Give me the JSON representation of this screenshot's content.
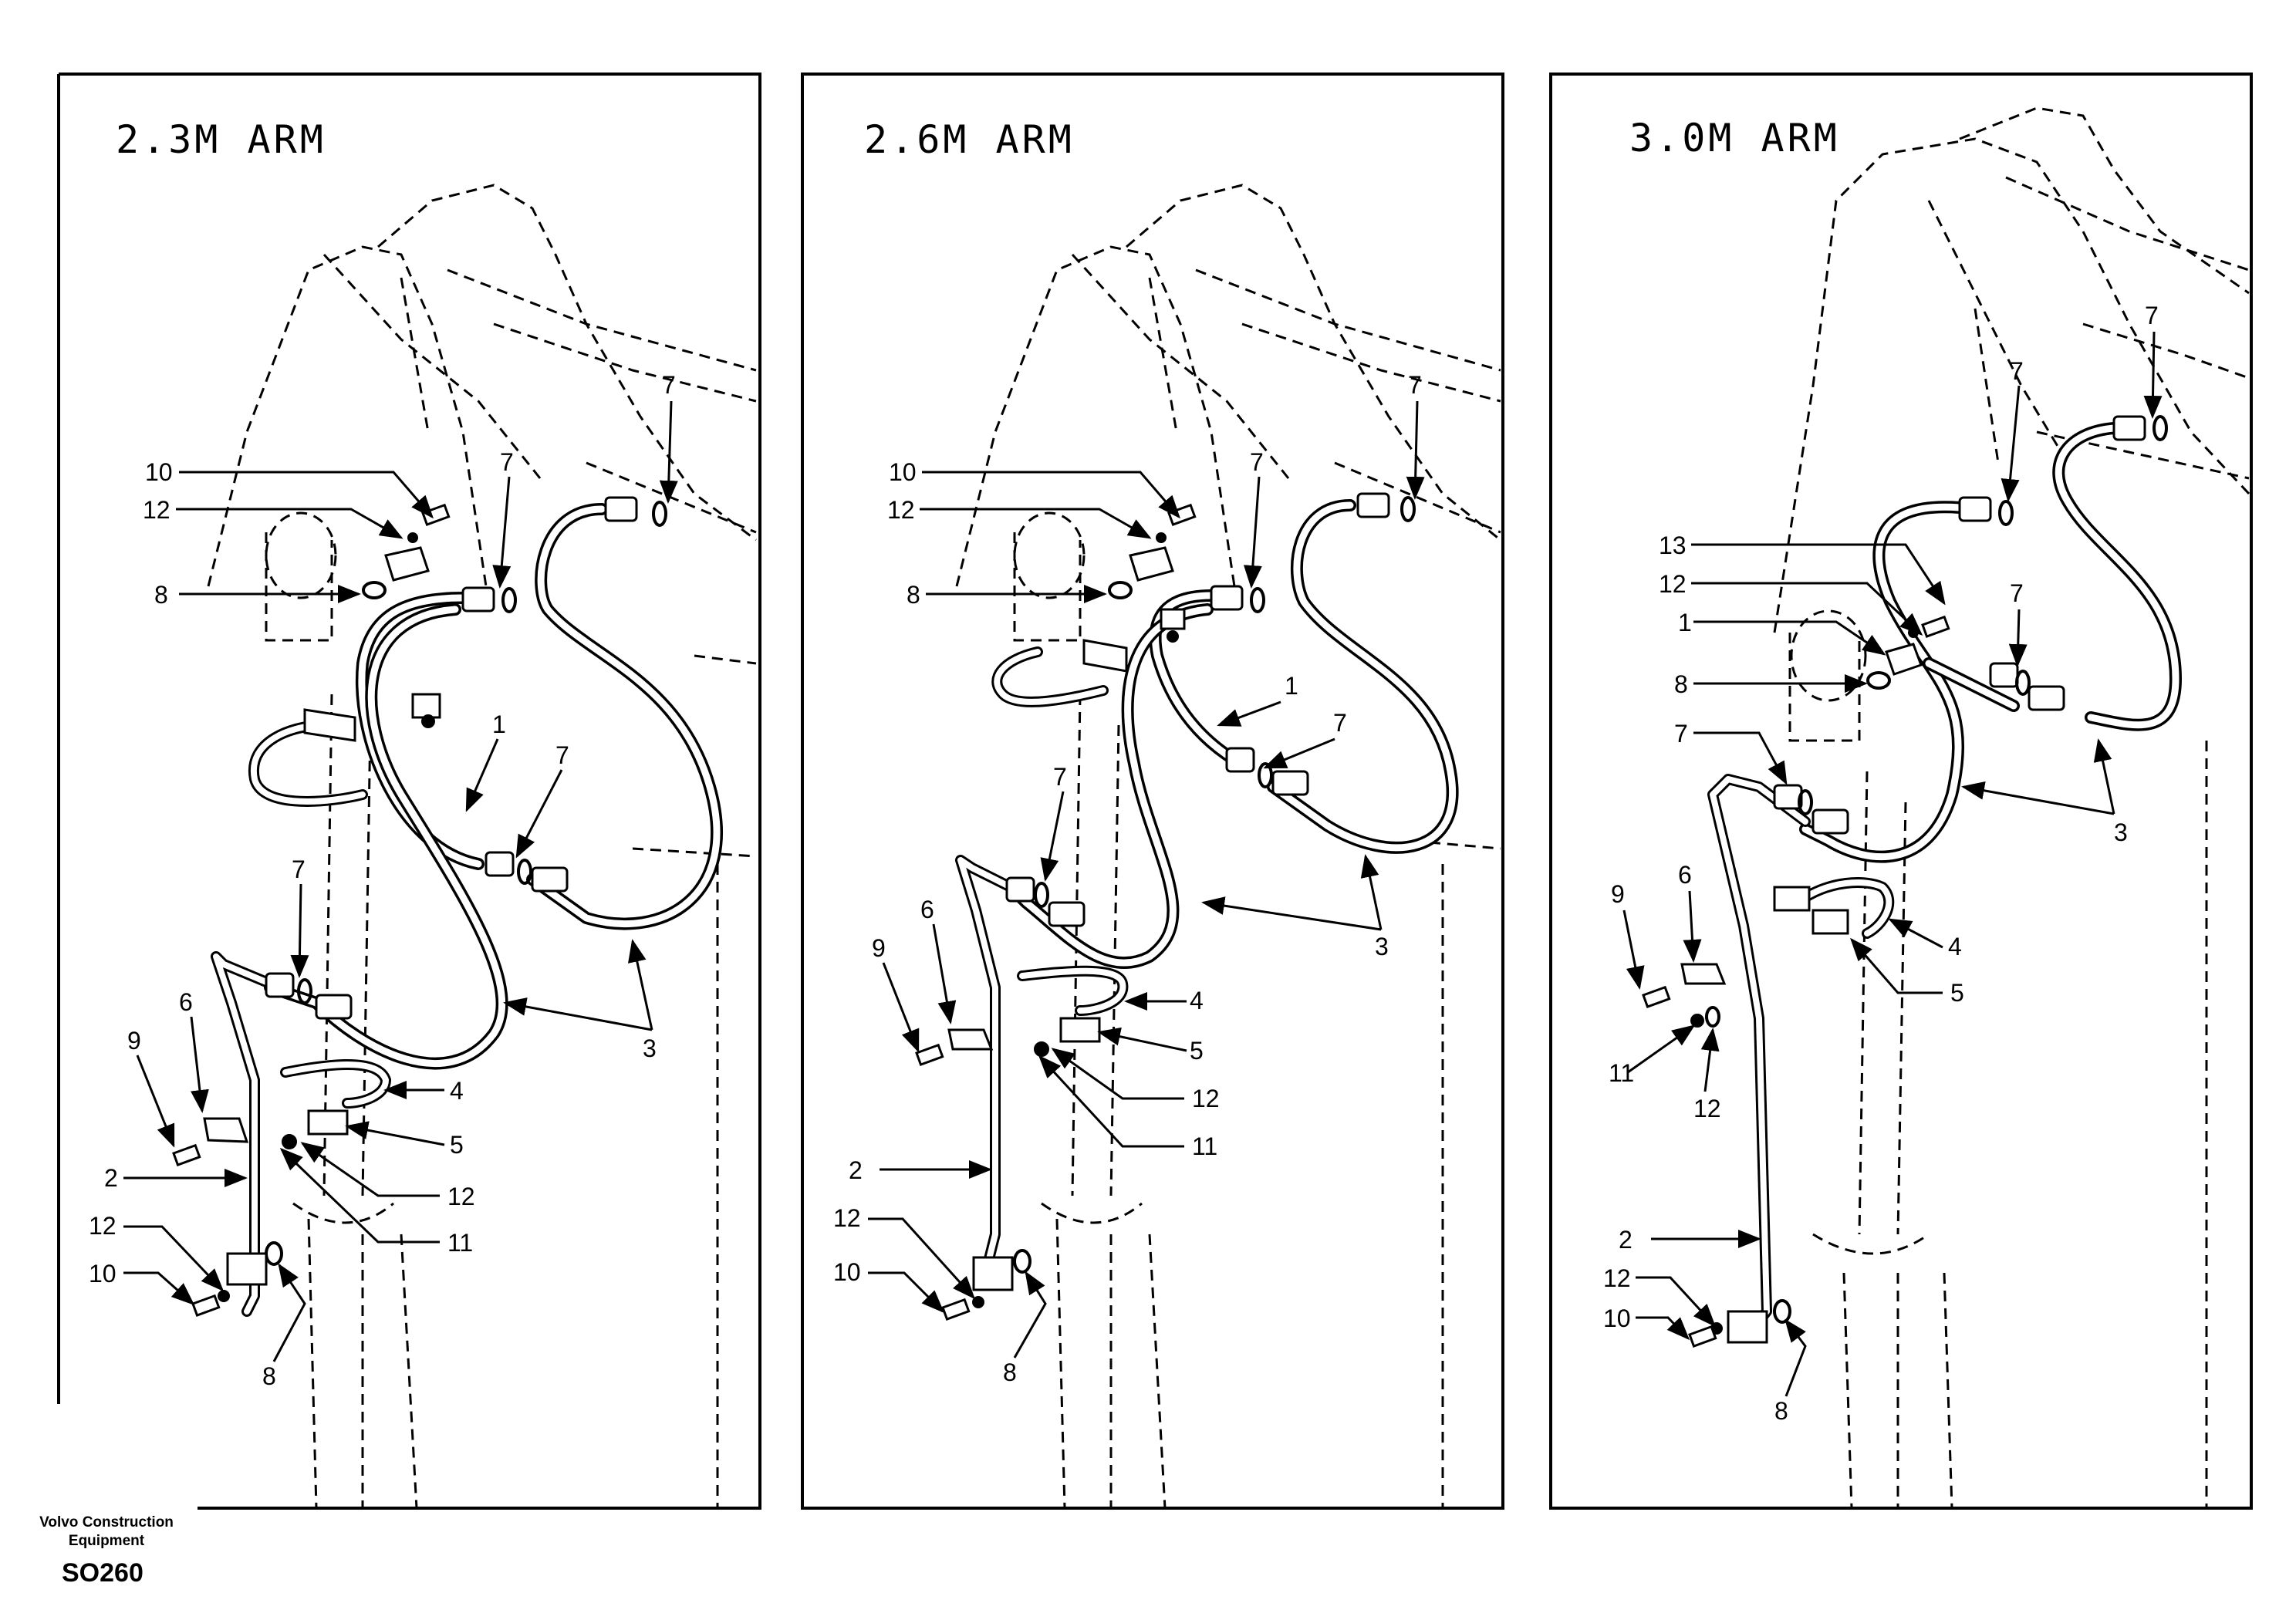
{
  "panels": [
    {
      "title": "2.3M ARM"
    },
    {
      "title": "2.6M ARM"
    },
    {
      "title": "3.0M ARM"
    }
  ],
  "callouts": {
    "p1": [
      "10",
      "12",
      "8",
      "7",
      "7",
      "1",
      "7",
      "7",
      "3",
      "6",
      "9",
      "4",
      "5",
      "2",
      "12",
      "11",
      "12",
      "10",
      "8"
    ],
    "p2": [
      "10",
      "12",
      "8",
      "7",
      "7",
      "1",
      "7",
      "7",
      "3",
      "6",
      "9",
      "4",
      "5",
      "12",
      "11",
      "2",
      "12",
      "10",
      "8"
    ],
    "p3": [
      "7",
      "7",
      "13",
      "12",
      "1",
      "8",
      "7",
      "7",
      "3",
      "9",
      "6",
      "4",
      "5",
      "11",
      "12",
      "2",
      "12",
      "10",
      "8"
    ]
  },
  "footer": {
    "company": "Volvo Construction Equipment",
    "code": "SO260"
  }
}
